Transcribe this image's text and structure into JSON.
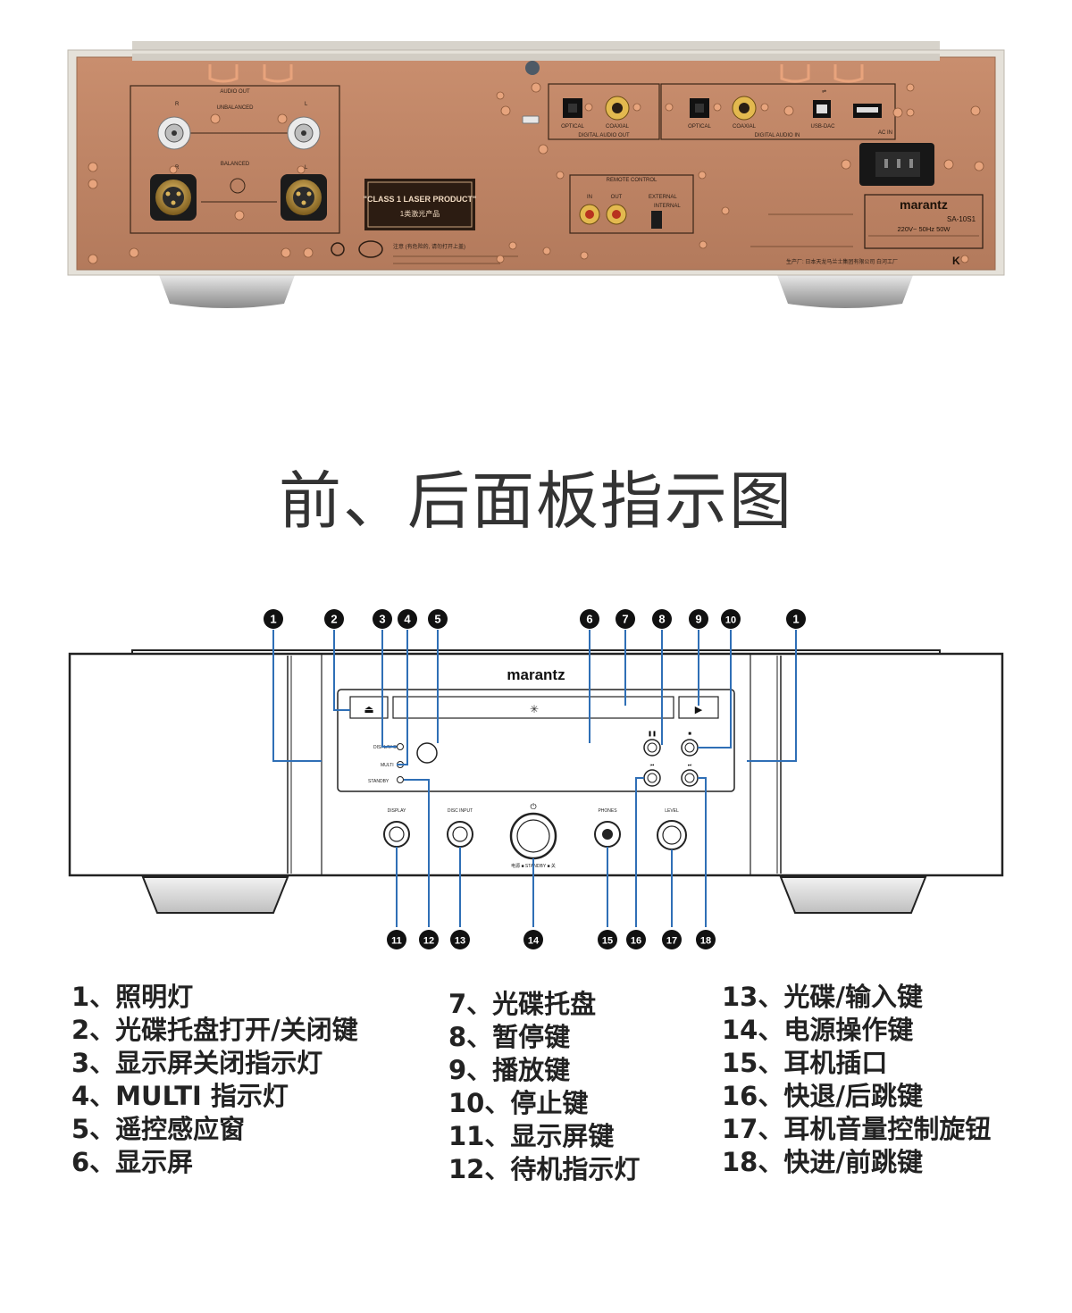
{
  "title": "前、后面板指示图",
  "rear_panel": {
    "audio_out": "AUDIO OUT",
    "unbalanced": "UNBALANCED",
    "balanced": "BALANCED",
    "r": "R",
    "l": "L",
    "laser_line1": "\"CLASS 1 LASER PRODUCT\"",
    "laser_line2": "1类激光产品",
    "digital_audio_out": "DIGITAL AUDIO OUT",
    "digital_audio_in": "DIGITAL AUDIO IN",
    "optical": "OPTICAL",
    "coaxial": "COAXIAL",
    "usb_dac": "USB-DAC",
    "remote_control": "REMOTE CONTROL",
    "in": "IN",
    "out": "OUT",
    "external": "EXTERNAL",
    "internal": "INTERNAL",
    "ac_in": "AC IN",
    "brand": "marantz",
    "model": "SA-10S1",
    "power_spec": "220V~ 50Hz 50W",
    "warning": "注意 (有危险的, 请勿打开上盖)",
    "factory": "生产厂: 日本天龙马兰士集团有限公司 白河工厂",
    "factory_mark": "K"
  },
  "front_panel": {
    "brand": "marantz",
    "callouts": [
      "1",
      "2",
      "3",
      "4",
      "5",
      "6",
      "7",
      "8",
      "9",
      "10",
      "1",
      "11",
      "12",
      "13",
      "14",
      "15",
      "16",
      "17",
      "18"
    ],
    "labels": {
      "display_off": "DISPLAY OFF",
      "multi": "MULTI",
      "standby": "STANDBY",
      "display": "DISPLAY",
      "disc_input": "DISC INPUT",
      "phones": "PHONES",
      "level": "LEVEL",
      "power_caption": "电源 ■ STANDBY ■ 关"
    }
  },
  "legend": {
    "col1": [
      "1、照明灯",
      "2、光碟托盘打开/关闭键",
      "3、显示屏关闭指示灯",
      "4、MULTI 指示灯",
      "5、遥控感应窗",
      "6、显示屏"
    ],
    "col2": [
      "7、光碟托盘",
      "8、暂停键",
      "9、播放键",
      "10、停止键",
      "11、显示屏键",
      "12、待机指示灯"
    ],
    "col3": [
      "13、光碟/输入键",
      "14、电源操作键",
      "15、耳机插口",
      "16、快退/后跳键",
      "17、耳机音量控制旋钮",
      "18、快进/前跳键"
    ]
  }
}
